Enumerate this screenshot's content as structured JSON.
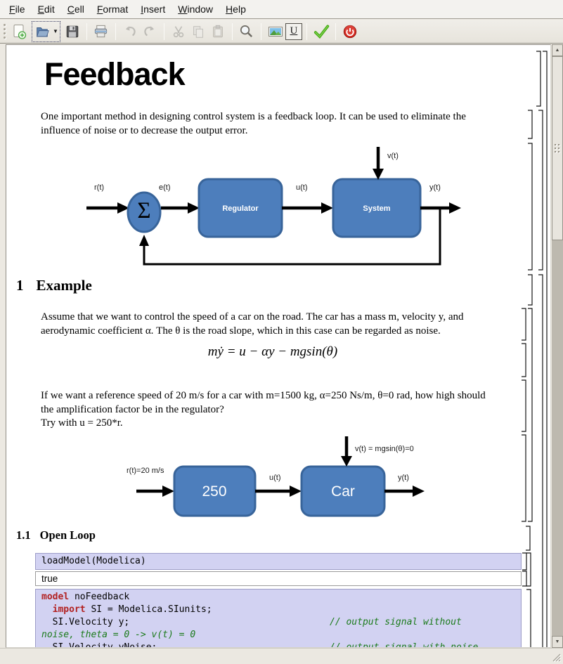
{
  "menubar": {
    "items": [
      {
        "label": "File"
      },
      {
        "label": "Edit"
      },
      {
        "label": "Cell"
      },
      {
        "label": "Format"
      },
      {
        "label": "Insert"
      },
      {
        "label": "Window"
      },
      {
        "label": "Help"
      }
    ]
  },
  "toolbar": {
    "underline_glyph": "U"
  },
  "document": {
    "title": "Feedback",
    "intro_lines": [
      "One important method in designing control system is a feedback loop. It can be used to eliminate the",
      "influence of noise or to decrease the output error."
    ],
    "section1": {
      "number": "1",
      "title": "Example"
    },
    "assume_lines": [
      "Assume that we want to control the speed of a car on the road. The car has a mass m, velocity y, and",
      "aerodynamic coefficient α. The θ is the road slope, which in this case can be regarded as noise."
    ],
    "equation": "mẏ = u − αy − mgsin(θ)",
    "question_lines": [
      "If we want a reference speed of 20 m/s for a car with m=1500 kg, α=250 Ns/m, θ=0 rad, how high should",
      "the amplification factor be in the regulator?",
      "Try with u = 250*r."
    ],
    "section1_1": {
      "number": "1.1",
      "title": "Open Loop"
    },
    "diagram1": {
      "labels": {
        "r": "r(t)",
        "e": "e(t)",
        "u": "u(t)",
        "v": "v(t)",
        "y": "y(t)",
        "sum": "Σ",
        "regulator": "Regulator",
        "system": "System"
      }
    },
    "diagram2": {
      "labels": {
        "r": "r(t)=20 m/s",
        "u": "u(t)",
        "v": "v(t) = mgsin(θ)=0",
        "y": "y(t)",
        "gain": "250",
        "car": "Car"
      }
    },
    "cells": {
      "loadmodel": "loadModel(Modelica)",
      "result": "true",
      "model_code": {
        "line1": {
          "kw": "model",
          "rest": " noFeedback"
        },
        "line2": {
          "indent": "  ",
          "kw": "import",
          "rest": " SI = Modelica.SIunits;"
        },
        "line3": {
          "code": "  SI.Velocity y;",
          "comment": "// output signal without"
        },
        "line4": {
          "comment": "noise, theta = 0 -> v(t) = 0"
        },
        "line5": {
          "code": "  SI.Velocity yNoise;",
          "comment": "// output signal with noise"
        }
      }
    }
  },
  "colors": {
    "block_fill": "#4d7ebc",
    "block_border": "#38649a",
    "code_cell_bg": "#d2d2f2",
    "keyword": "#b22222",
    "comment": "#1a7a1a",
    "check_green": "#44aa11",
    "stop_red": "#d42a20"
  }
}
